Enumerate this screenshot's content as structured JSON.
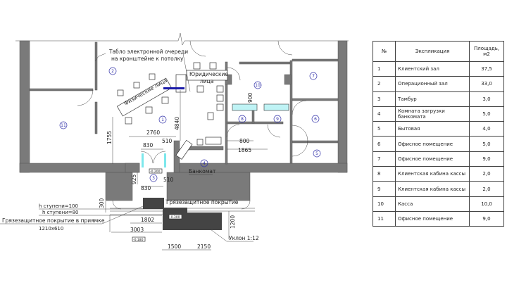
{
  "plan": {
    "notes": {
      "queue_board_1": "Табло электронной очереди",
      "queue_board_2": "на кронштейне к потолку",
      "legal_1": "Юридические",
      "legal_2": "лица",
      "physical": "Физические лица",
      "atm": "Банкомат",
      "mat": "Грязезащитное покрытие",
      "mat_pit_1": "Грязезащитное покрытие в приямке",
      "mat_pit_2": "1210x610",
      "step1": "h ступени=100",
      "step2": "h ступени=80",
      "slope": "Уклон 1:12"
    },
    "dimensions": [
      "2760",
      "830",
      "510",
      "1755",
      "4840",
      "900",
      "800",
      "1865",
      "925",
      "830",
      "510",
      "300",
      "1802",
      "3003",
      "1200",
      "1500",
      "2150"
    ],
    "room_numbers": [
      "1",
      "2",
      "3",
      "4",
      "5",
      "6",
      "7",
      "8",
      "9",
      "10",
      "11"
    ],
    "level_marks": [
      "-0.200",
      "-0.300",
      "-0.180"
    ]
  },
  "table": {
    "headers": [
      "№",
      "Экспликация",
      "Площадь, м2"
    ],
    "rows": [
      {
        "n": "1",
        "name": "Клиентский зал",
        "area": "37,5"
      },
      {
        "n": "2",
        "name": "Операционный зал",
        "area": "33,0"
      },
      {
        "n": "3",
        "name": "Тамбур",
        "area": "3,0"
      },
      {
        "n": "4",
        "name": "Комната загрузки банкомата",
        "area": "5,0"
      },
      {
        "n": "5",
        "name": "Бытовая",
        "area": "4,0"
      },
      {
        "n": "6",
        "name": "Офисное помещение",
        "area": "5,0"
      },
      {
        "n": "7",
        "name": "Офисное помещение",
        "area": "9,0"
      },
      {
        "n": "8",
        "name": "Клиентская кабина кассы",
        "area": "2,0"
      },
      {
        "n": "9",
        "name": "Клиентская кабина кассы",
        "area": "2,0"
      },
      {
        "n": "10",
        "name": "Касса",
        "area": "10,0"
      },
      {
        "n": "11",
        "name": "Офисное помещение",
        "area": "9,0"
      }
    ]
  }
}
